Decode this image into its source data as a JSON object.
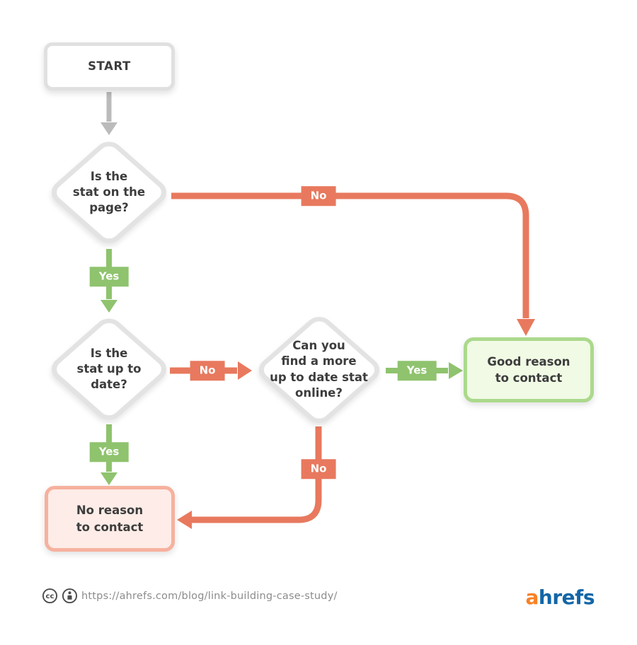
{
  "colors": {
    "red": "#E8795E",
    "green": "#8FC36E",
    "grayArrow": "#BBBBBB",
    "diamondBorder": "#E3E3E3",
    "boxBorder": "#E0E0E0",
    "greenBoxBg": "#F0FAE4",
    "greenBoxBorder": "#ABD98C",
    "pinkBoxBg": "#FDECE7",
    "pinkBoxBorder": "#F6B19E",
    "text": "#3D3D3D",
    "urlText": "#8C8C8C",
    "logoOrange": "#F98125",
    "logoBlue": "#1266A7",
    "background": "#FFFFFF"
  },
  "nodes": {
    "start": "START",
    "decision1": "Is the\nstat on the\npage?",
    "decision2": "Is the\nstat up to\ndate?",
    "decision3": "Can you\nfind a more\nup to date stat\nonline?",
    "good": "Good reason\nto contact",
    "bad": "No reason\nto contact"
  },
  "labels": {
    "no1": "No",
    "yes1": "Yes",
    "no2": "No",
    "yes2": "Yes",
    "yes3": "Yes",
    "no3": "No"
  },
  "footer": {
    "url": "https://ahrefs.com/blog/link-building-case-study/",
    "logo_a": "a",
    "logo_rest": "hrefs"
  }
}
